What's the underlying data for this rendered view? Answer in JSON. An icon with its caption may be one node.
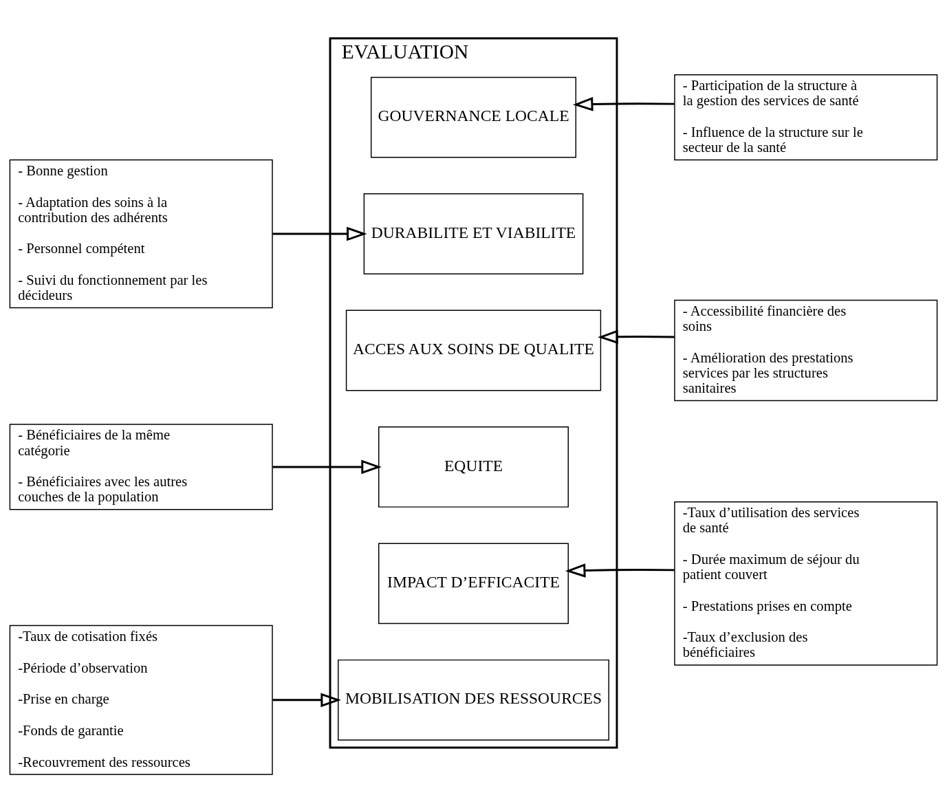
{
  "diagram": {
    "nodes": [
      {
        "text": [
          "EVALUATION"
        ]
      },
      {
        "text": [
          "MOBILISATION DES RESSOURCES"
        ],
        "in": 0
      },
      {
        "text": [
          "IMPACT D’EFFICACITE"
        ],
        "in": 0
      },
      {
        "text": [
          "EQUITE"
        ],
        "in": 0
      },
      {
        "text": [
          "ACCES AUX SOINS DE QUALITE"
        ],
        "in": 0
      },
      {
        "text": [
          "DURABILITE ET VIABILITE"
        ],
        "in": 0
      },
      {
        "text": [
          "GOUVERNANCE LOCALE"
        ],
        "in": 0
      },
      {
        "text": [
          "-Taux de cotisation fixés",
          "-Période d’observation",
          "-Prise en charge",
          "-Fonds de garantie",
          "-Recouvrement des ressources"
        ]
      },
      {
        "text": [
          "-Taux d’utilisation des services de santé",
          "- Durée maximum de séjour du patient couvert",
          "- Prestations prises en compte",
          "-Taux d’exclusion des bénéficiaires"
        ]
      },
      {
        "text": [
          "- Bénéficiaires de la même catégorie",
          "- Bénéficiaires avec les autres couches de la population"
        ]
      },
      {
        "text": [
          "- Accessibilité financière des soins",
          "- Amélioration des prestations services par les structures sanitaires"
        ]
      },
      {
        "text": [
          "- Bonne gestion",
          "- Adaptation des soins à la contribution des adhérents",
          "- Personnel compétent",
          "- Suivi du fonctionnement par les décideurs"
        ]
      },
      {
        "text": [
          "- Participation de la structure à la gestion des services de santé",
          "- Influence de la structure sur le secteur de la santé"
        ]
      }
    ],
    "edges": [
      {
        "from": 7,
        "to": 1,
        "arrow": "to"
      },
      {
        "from": 8,
        "to": 2,
        "arrow": "to"
      },
      {
        "from": 9,
        "to": 3,
        "arrow": "to"
      },
      {
        "from": 10,
        "to": 4,
        "arrow": "to"
      },
      {
        "from": 11,
        "to": 5,
        "arrow": "to"
      },
      {
        "from": 12,
        "to": 6,
        "arrow": "to"
      }
    ]
  }
}
